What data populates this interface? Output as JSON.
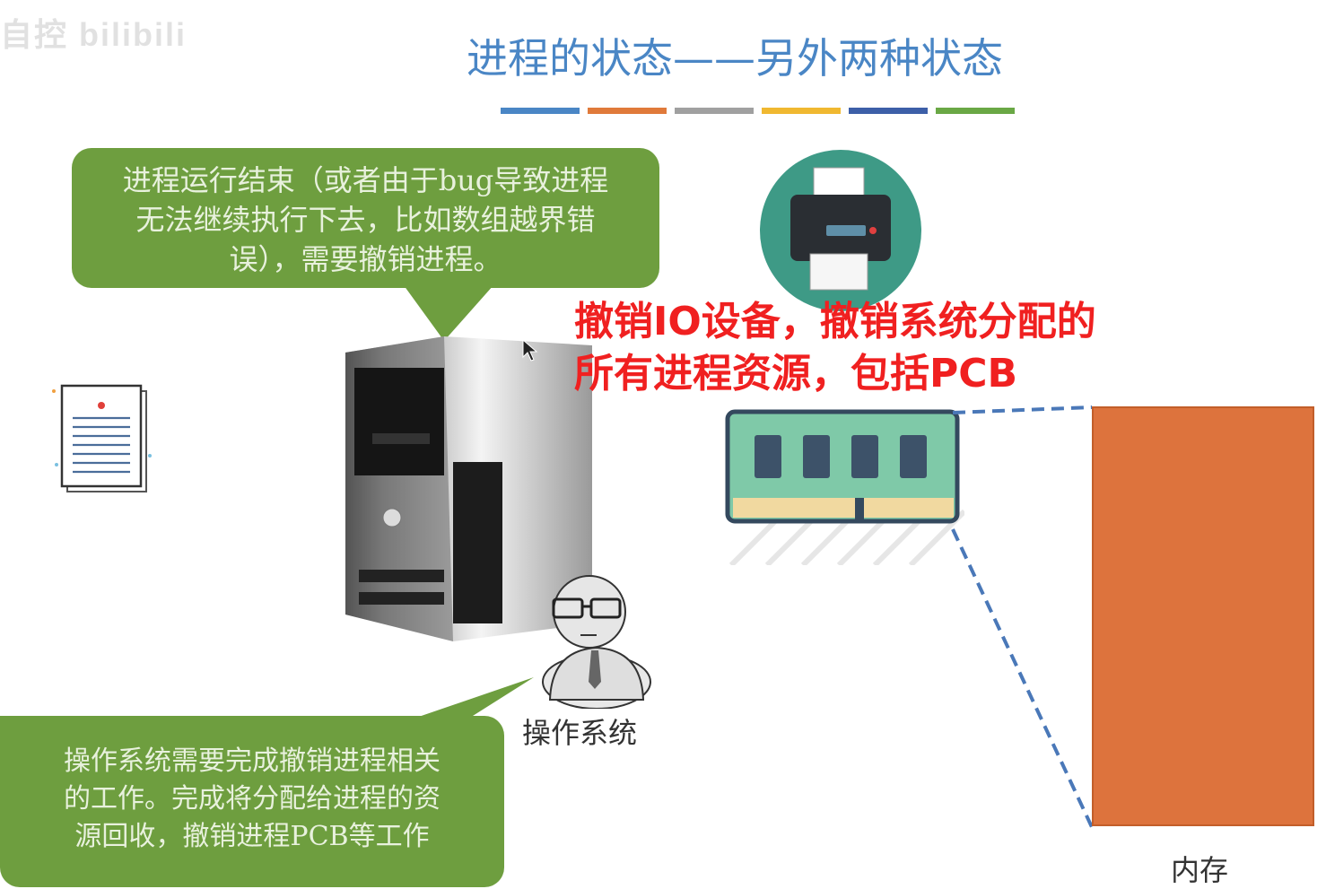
{
  "title": "进程的状态——另外两种状态",
  "watermark": "自控 bilibili",
  "title_bar_colors": [
    "#4a86c5",
    "#e07a3a",
    "#a0a0a0",
    "#f0b830",
    "#3d5fa8",
    "#6aa845"
  ],
  "bubble_top": {
    "line1": "进程运行结束（或者由于bug导致进程",
    "line2": "无法继续执行下去，比如数组越界错",
    "line3": "误），需要撤销进程。"
  },
  "bubble_bottom": {
    "line1": "操作系统需要完成撤销进程相关",
    "line2": "的工作。完成将分配给进程的资",
    "line3": "源回收，撤销进程PCB等工作"
  },
  "red_note": {
    "line1": "撤销IO设备，撤销系统分配的",
    "line2": "所有进程资源，包括PCB"
  },
  "os_label": "操作系统",
  "memory_label": "内存",
  "colors": {
    "bubble": "#6e9e3f",
    "memory_block": "#dd733d",
    "title": "#4a86c5",
    "red_note": "#f02020",
    "printer_circle": "#3e9a86"
  }
}
